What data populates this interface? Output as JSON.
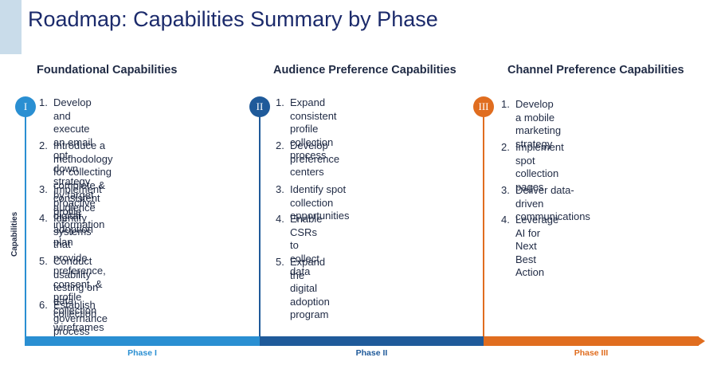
{
  "title": "Roadmap: Capabilities Summary by Phase",
  "axis_label": "Capabilities",
  "colors": {
    "phase1": "#2a8fd2",
    "phase2": "#1f5a9a",
    "phase3": "#e06d1f",
    "title": "#1b2a6b",
    "text": "#1f2a44"
  },
  "phases": [
    {
      "badge": "I",
      "heading": "Foundational Capabilities",
      "bar_label": "Phase I",
      "items": [
        {
          "num": "1.",
          "lines": [
            "Develop and execute an email opt-down",
            "strategy by target audience"
          ]
        },
        {
          "num": "2.",
          "lines": [
            "Introduce a methodology for collecting",
            "complete & consistent profile information"
          ]
        },
        {
          "num": "3.",
          "lines": [
            "Implement proactive digital adoption plan"
          ]
        },
        {
          "num": "4.",
          "lines": [
            "Identify systems that provide preference,",
            "consent, & profile collection"
          ]
        },
        {
          "num": "5.",
          "lines": [
            "Conduct usability testing on data",
            "collection wireframes"
          ]
        },
        {
          "num": "6.",
          "lines": [
            "Establish governance process"
          ]
        }
      ]
    },
    {
      "badge": "II",
      "heading": "Audience Preference Capabilities",
      "bar_label": "Phase II",
      "items": [
        {
          "num": "1.",
          "lines": [
            "Expand consistent profile collection",
            "process"
          ]
        },
        {
          "num": "2.",
          "lines": [
            "Develop preference centers"
          ]
        },
        {
          "num": "3.",
          "lines": [
            "Identify spot collection opportunities"
          ]
        },
        {
          "num": "4.",
          "lines": [
            "Enable CSRs to collect data"
          ]
        },
        {
          "num": "5.",
          "lines": [
            "Expand the digital adoption program"
          ]
        }
      ]
    },
    {
      "badge": "III",
      "heading": "Channel Preference Capabilities",
      "bar_label": "Phase III",
      "items": [
        {
          "num": "1.",
          "lines": [
            "Develop a mobile marketing strategy"
          ]
        },
        {
          "num": "2.",
          "lines": [
            "Implement spot collection pages"
          ]
        },
        {
          "num": "3.",
          "lines": [
            "Deliver data-driven communications"
          ]
        },
        {
          "num": "4.",
          "lines": [
            "Leverage AI for Next Best Action"
          ]
        }
      ]
    }
  ]
}
